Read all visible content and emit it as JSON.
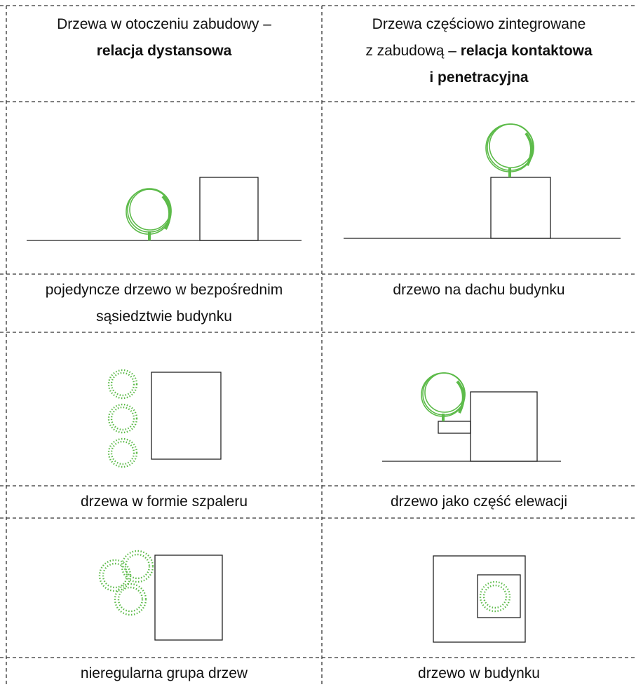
{
  "table": {
    "header_left": {
      "line1": "Drzewa w otoczeniu zabudowy –",
      "line2": "relacja dystansowa"
    },
    "header_right": {
      "line1": "Drzewa częściowo zintegrowane",
      "line2_plain": "z zabudową – ",
      "line2_bold": "relacja kontaktowa",
      "line3": "i penetracyjna"
    },
    "captions": {
      "r1_left_line1": "pojedyncze drzewo w bezpośrednim",
      "r1_left_line2": "sąsiedztwie budynku",
      "r1_right": "drzewo na dachu budynku",
      "r2_left": "drzewa w formie szpaleru",
      "r2_right": "drzewo jako część elewacji",
      "r3_left": "nieregularna grupa drzew",
      "r3_right": "drzewo w budynku"
    }
  },
  "colors": {
    "tree_green": "#5dbb4a",
    "line": "#222222",
    "dash": "#333333"
  }
}
